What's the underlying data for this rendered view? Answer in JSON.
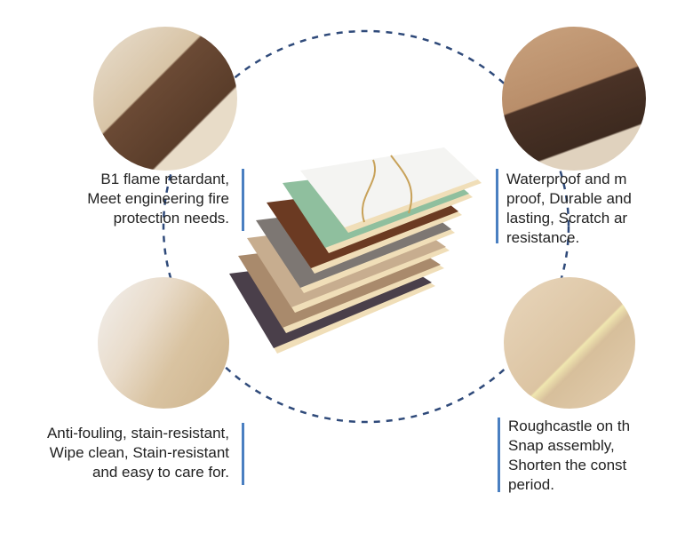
{
  "features": [
    {
      "id": "flame",
      "lines": [
        "B1 flame retardant,",
        "Meet engineering fire",
        "protection needs."
      ]
    },
    {
      "id": "waterproof",
      "lines": [
        "Waterproof and m",
        "proof, Durable and",
        "lasting, Scratch ar",
        "resistance."
      ]
    },
    {
      "id": "antifouling",
      "lines": [
        "Anti-fouling, stain-resistant,",
        "Wipe clean, Stain-resistant",
        "and easy to care for."
      ]
    },
    {
      "id": "assembly",
      "lines": [
        "Roughcastle on th",
        "Snap assembly,",
        "Shorten the const",
        "period."
      ]
    }
  ],
  "colors": {
    "accent": "#4a7fc1",
    "dash": "#2f4a7a"
  }
}
